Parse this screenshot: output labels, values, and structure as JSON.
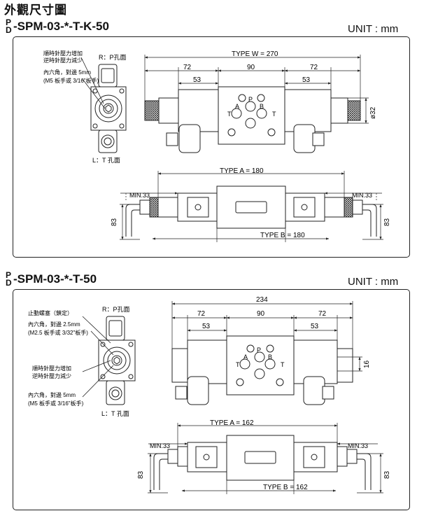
{
  "page_title": "外觀尺寸圖",
  "sections": [
    {
      "model_prefix_top": "P",
      "model_prefix_bottom": "D",
      "model": "-SPM-03-*-T-K-50",
      "unit": "UNIT : mm",
      "notes": {
        "rotation_line1": "順時針壓力增加",
        "rotation_line2": "逆時針壓力減少",
        "hex_line1": "內六角，對邊 5mm",
        "hex_line2": "(M5 板手或 3/16\"板手)",
        "r_port": "R：P孔面",
        "l_port": "L：T 孔面"
      },
      "top_view": {
        "type_w": "TYPE  W = 270",
        "dim_left": "72",
        "dim_center": "90",
        "dim_right": "72",
        "dim_inner_left": "53",
        "dim_inner_right": "53",
        "dim_dia": "ø32",
        "port_p": "P",
        "port_a": "A",
        "port_b": "B",
        "port_t_left": "T",
        "port_t_right": "T"
      },
      "front_view": {
        "type_a": "TYPE  A = 180",
        "type_b": "TYPE  B = 180",
        "min_left": "MIN.33",
        "min_right": "MIN.33",
        "h_left": "83",
        "h_right": "83"
      }
    },
    {
      "model_prefix_top": "P",
      "model_prefix_bottom": "D",
      "model": "-SPM-03-*-T-50",
      "unit": "UNIT : mm",
      "notes": {
        "lock_nut": "止動螺塞（鎖定）",
        "hex_small_line1": "內六角，對邊 2.5mm",
        "hex_small_line2": "(M2.5 板手或 3/32\"板手)",
        "rotation_line1": "順時針壓力增加",
        "rotation_line2": "逆時針壓力減少",
        "hex_line1": "內六角，對邊 5mm",
        "hex_line2": "(M5 板手或 3/16\"板手)",
        "r_port": "R：P孔面",
        "l_port": "L：T 孔面"
      },
      "top_view": {
        "total": "234",
        "dim_left": "72",
        "dim_center": "90",
        "dim_right": "72",
        "dim_inner_left": "53",
        "dim_inner_right": "53",
        "dim_side": "16",
        "port_p": "P",
        "port_a": "A",
        "port_b": "B",
        "port_t_left": "T",
        "port_t_right": "T"
      },
      "front_view": {
        "type_a": "TYPE  A = 162",
        "type_b": "TYPE  B = 162",
        "min_left": "MIN.33",
        "min_right": "MIN.33",
        "h_left": "83",
        "h_right": "83"
      }
    }
  ]
}
